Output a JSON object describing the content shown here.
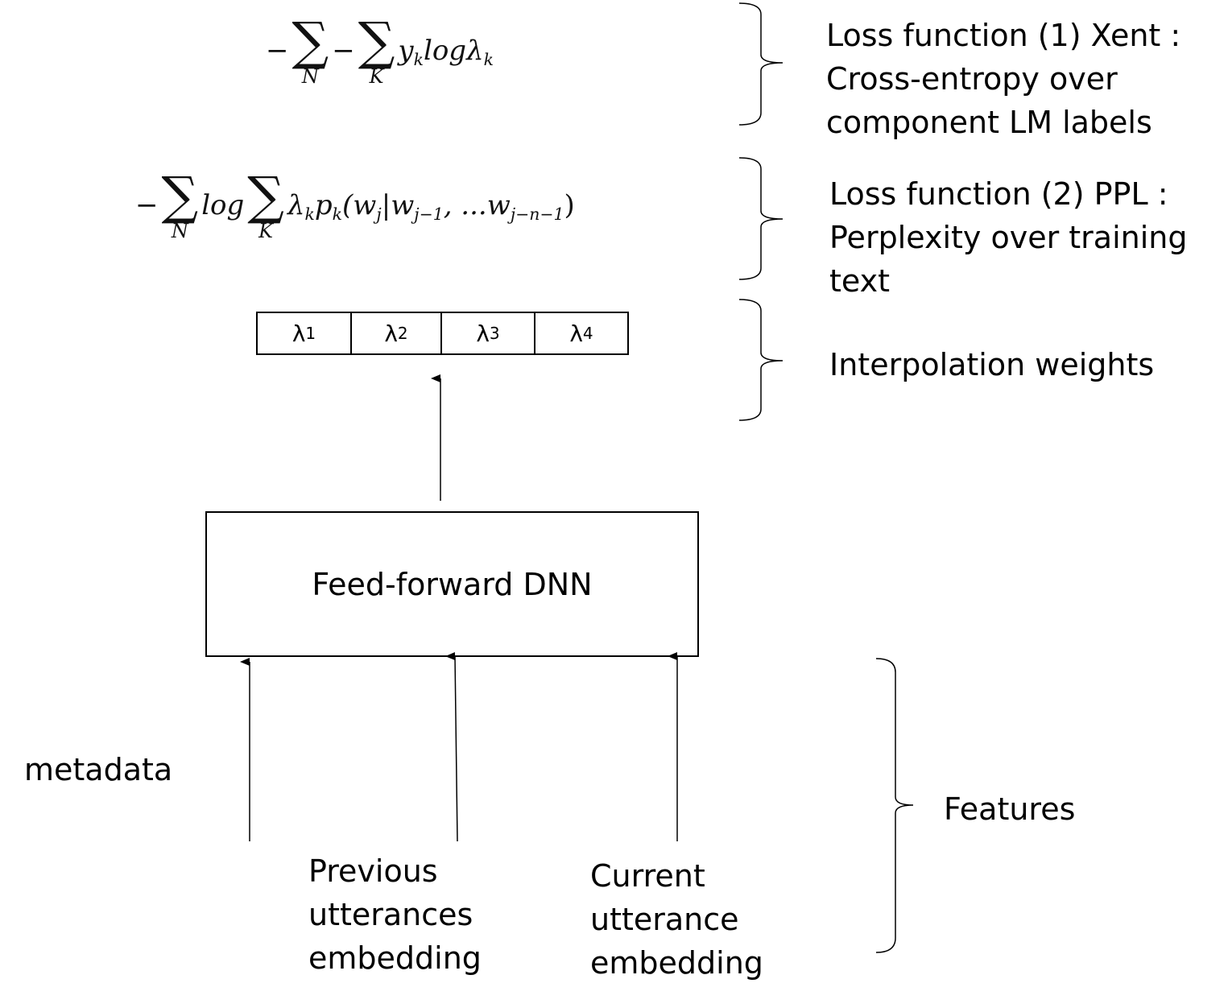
{
  "formulas": {
    "xent": {
      "minus1": "−",
      "sum1_limit": "N",
      "minus2": "−",
      "sum2_limit": "K",
      "body": "y",
      "body_sub": "k",
      "log": "log",
      "lambda": "λ",
      "lambda_sub": "k"
    },
    "ppl": {
      "minus": "−",
      "sum1_limit": "N",
      "log": "log",
      "sum2_limit": "K",
      "lambda": "λ",
      "lambda_sub": "k",
      "p": "p",
      "p_sub": "k",
      "open": "(w",
      "w1_sub": "j",
      "bar": "|w",
      "w2_sub": "j−1",
      "mid": ", ...w",
      "w3_sub": "j−n−1",
      "close": ")"
    }
  },
  "lambdas": [
    {
      "symbol": "λ",
      "sub": "1"
    },
    {
      "symbol": "λ",
      "sub": "2"
    },
    {
      "symbol": "λ",
      "sub": "3"
    },
    {
      "symbol": "λ",
      "sub": "4"
    }
  ],
  "annotations": {
    "loss1": [
      "Loss function  (1) Xent :",
      "Cross-entropy over",
      "component LM labels"
    ],
    "loss2": [
      "Loss function (2) PPL :",
      "Perplexity over training",
      "text"
    ],
    "weights": "Interpolation weights",
    "features": "Features"
  },
  "dnn_label": "Feed-forward DNN",
  "inputs": {
    "metadata": "metadata",
    "previous": [
      "Previous",
      "utterances",
      "embedding"
    ],
    "current": [
      "Current",
      "utterance",
      "embedding"
    ]
  }
}
